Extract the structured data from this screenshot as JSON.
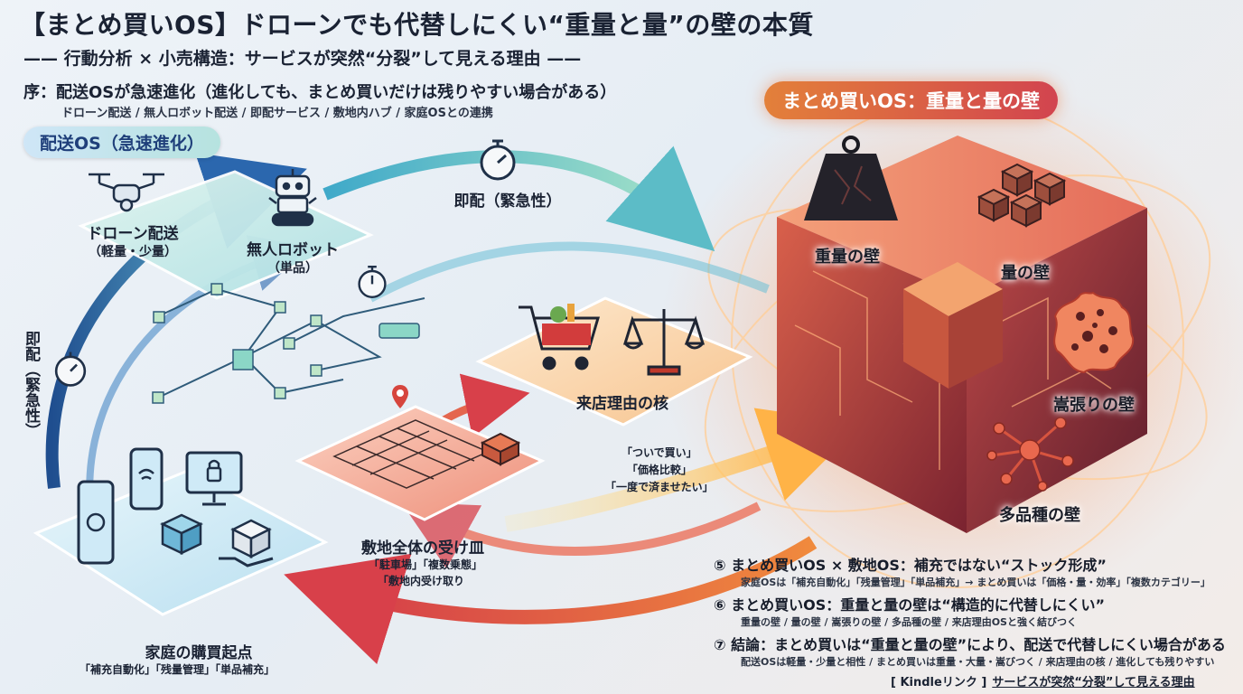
{
  "header": {
    "title": "【まとめ買いOS】ドローンでも代替しにくい“重量と量”の壁の本質",
    "subtitle": "—— 行動分析 × 小売構造：サービスが突然“分裂”して見える理由 ——",
    "intro_title": "序：配送OSが急速進化（進化しても、まとめ買いだけは残りやすい場合がある）",
    "intro_sub": "ドローン配送 / 無人ロボット配送 / 即配サービス / 敷地内ハブ / 家庭OSとの連携"
  },
  "left_section": {
    "pill": "配送OS（急速進化）"
  },
  "right_section": {
    "pill": "まとめ買いOS：重量と量の壁"
  },
  "nodes": {
    "drone_title": "ドローン配送",
    "drone_sub": "（軽量・少量）",
    "robot_title": "無人ロボット",
    "robot_sub": "（単品）",
    "instant": "即配（緊急性）",
    "vertical_instant": "即配（緊急性）",
    "store_core": "来店理由の核",
    "store_quotes": [
      "「ついで買い」",
      "「価格比較」",
      "「一度で済ませたい」"
    ],
    "site_title": "敷地全体の受け皿",
    "site_sub1": "「駐車場」「複数乗態」",
    "site_sub2": "「敷地内受け取り",
    "home_title": "家庭の購買起点",
    "home_sub": "「補充自動化」「残量管理」「単品補充」"
  },
  "walls": {
    "weight": "重量の壁",
    "volume": "量の壁",
    "bulk": "嵩張りの壁",
    "variety": "多品種の壁"
  },
  "points": [
    {
      "title": "⑤ まとめ買いOS × 敷地OS：補充ではない“ストック形成”",
      "desc": "家庭OSは「補充自動化」「残量管理」「単品補充」→ まとめ買いは「価格・量・効率」「複数カテゴリー」"
    },
    {
      "title": "⑥ まとめ買いOS：重量と量の壁は“構造的に代替しにくい”",
      "desc": "重量の壁 / 量の壁 / 嵩張りの壁 / 多品種の壁 / 来店理由OSと強く結びつく"
    },
    {
      "title": "⑦ 結論：まとめ買いは“重量と量の壁”により、配送で代替しにくい場合がある",
      "desc": "配送OSは軽量・少量と相性 / まとめ買いは重量・大量・嵩びつく / 来店理由の核 / 進化しても残りやすい"
    }
  ],
  "footer": {
    "kindle_label": "[ Kindleリンク ]",
    "kindle_title": "サービスが突然“分裂”して見える理由"
  },
  "colors": {
    "blue_flow": "#2f6fb4",
    "teal_flow": "#3fb7a7",
    "red_flow": "#e2504a",
    "orange_glow": "#f29a3c",
    "cube": "#b8453c"
  },
  "icons": [
    "drone-icon",
    "robot-icon",
    "stopwatch-icon",
    "cart-icon",
    "scale-icon",
    "map-pin-icon",
    "weight-icon",
    "boxes-icon",
    "blob-icon",
    "network-icon",
    "phone-icon",
    "tablet-icon",
    "monitor-icon",
    "box-icon",
    "hand-box-icon"
  ]
}
